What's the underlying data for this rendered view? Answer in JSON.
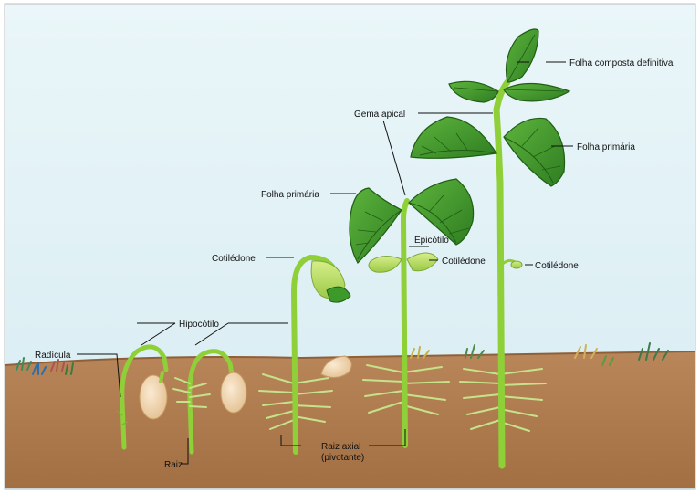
{
  "diagram": {
    "labels": {
      "radicula": "Radícula",
      "hipocotilo": "Hipocótilo",
      "raiz": "Raiz",
      "cotiledone_1": "Cotilédone",
      "raiz_axial": "Raiz axial",
      "pivotante": "(pivotante)",
      "folha_primaria_1": "Folha primária",
      "gema_apical": "Gema apical",
      "epicotilo": "Epicótilo",
      "cotiledone_2": "Cotilédone",
      "folha_composta": "Folha composta definitiva",
      "folha_primaria_2": "Folha primária",
      "cotiledone_3": "Cotilédone"
    },
    "colors": {
      "sky": "#e3f2f6",
      "soil": "#b27e50",
      "soil_dark": "#8f6038",
      "stem": "#8fcf38",
      "leaf": "#3d9a2a",
      "leaf_dark": "#1f5e14",
      "seed": "#f1d6b0"
    }
  }
}
